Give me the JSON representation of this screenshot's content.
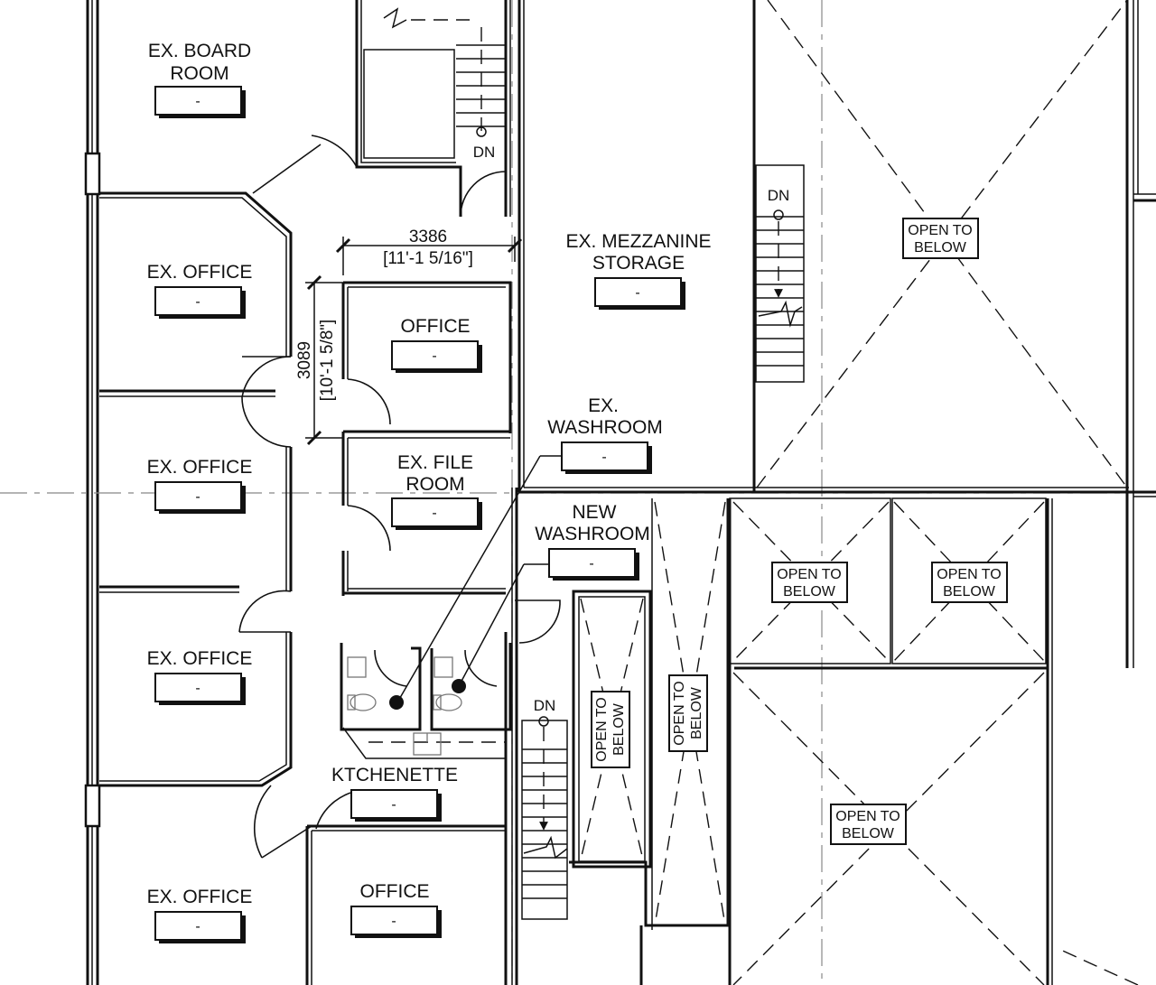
{
  "rooms": {
    "board_room": {
      "line1": "EX. BOARD",
      "line2": "ROOM",
      "tag": "-"
    },
    "office_left_1": {
      "name": "EX. OFFICE",
      "tag": "-"
    },
    "office_left_2": {
      "name": "EX. OFFICE",
      "tag": "-"
    },
    "office_left_3": {
      "name": "EX. OFFICE",
      "tag": "-"
    },
    "office_left_4": {
      "name": "EX. OFFICE",
      "tag": "-"
    },
    "office_center": {
      "name": "OFFICE",
      "tag": "-"
    },
    "file_room": {
      "line1": "EX. FILE",
      "line2": "ROOM",
      "tag": "-"
    },
    "mezzanine": {
      "line1": "EX. MEZZANINE",
      "line2": "STORAGE",
      "tag": "-"
    },
    "ex_washroom": {
      "line1": "EX.",
      "line2": "WASHROOM",
      "tag": "-"
    },
    "new_washroom": {
      "line1": "NEW",
      "line2": "WASHROOM",
      "tag": "-"
    },
    "kitchenette": {
      "name": "KTCHENETTE",
      "tag": "-"
    },
    "office_bottom": {
      "name": "OFFICE",
      "tag": "-"
    }
  },
  "open_to_below": {
    "line1": "OPEN TO",
    "line2": "BELOW"
  },
  "stairs": {
    "down_label": "DN"
  },
  "dimensions": {
    "horizontal": {
      "value": "3386",
      "imperial": "[11'-1 5/16\"]"
    },
    "vertical": {
      "value": "3089",
      "imperial": "[10'-1 5/8\"]"
    }
  }
}
